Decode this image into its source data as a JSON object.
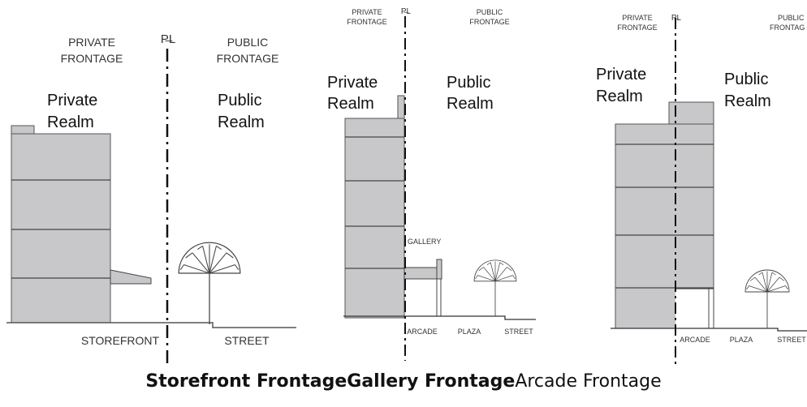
{
  "panel_storefront": {
    "private_frontage_l1": "PRIVATE",
    "private_frontage_l2": "FRONTAGE",
    "pl_symbol": "P̶L",
    "public_frontage_l1": "PUBLIC",
    "public_frontage_l2": "FRONTAGE",
    "private_realm_l1": "Private",
    "private_realm_l2": "Realm",
    "public_realm_l1": "Public",
    "public_realm_l2": "Realm",
    "label_storefront": "STOREFRONT",
    "label_street": "STREET"
  },
  "panel_gallery": {
    "private_frontage_l1": "PRIVATE",
    "private_frontage_l2": "FRONTAGE",
    "pl_symbol": "P̶L",
    "public_frontage_l1": "PUBLIC",
    "public_frontage_l2": "FRONTAGE",
    "private_realm_l1": "Private",
    "private_realm_l2": "Realm",
    "public_realm_l1": "Public",
    "public_realm_l2": "Realm",
    "label_gallery": "GALLERY",
    "label_arcade": "ARCADE",
    "label_plaza": "PLAZA",
    "label_street": "STREET"
  },
  "panel_arcade": {
    "private_frontage_l1": "PRIVATE",
    "private_frontage_l2": "FRONTAGE",
    "pl_symbol": "P̶L",
    "public_frontage_l1": "PUBLIC",
    "public_frontage_l2": "FRONTAG",
    "private_realm_l1": "Private",
    "private_realm_l2": "Realm",
    "public_realm_l1": "Public",
    "public_realm_l2": "Realm",
    "label_arcade": "ARCADE",
    "label_plaza": "PLAZA",
    "label_street": "STREET"
  },
  "caption": {
    "part1": "Storefront Frontage",
    "part2": "Gallery Frontage",
    "part3": "Arcade Frontage"
  },
  "colors": {
    "building": "#c8c8ca",
    "line": "#3a3a3a"
  }
}
